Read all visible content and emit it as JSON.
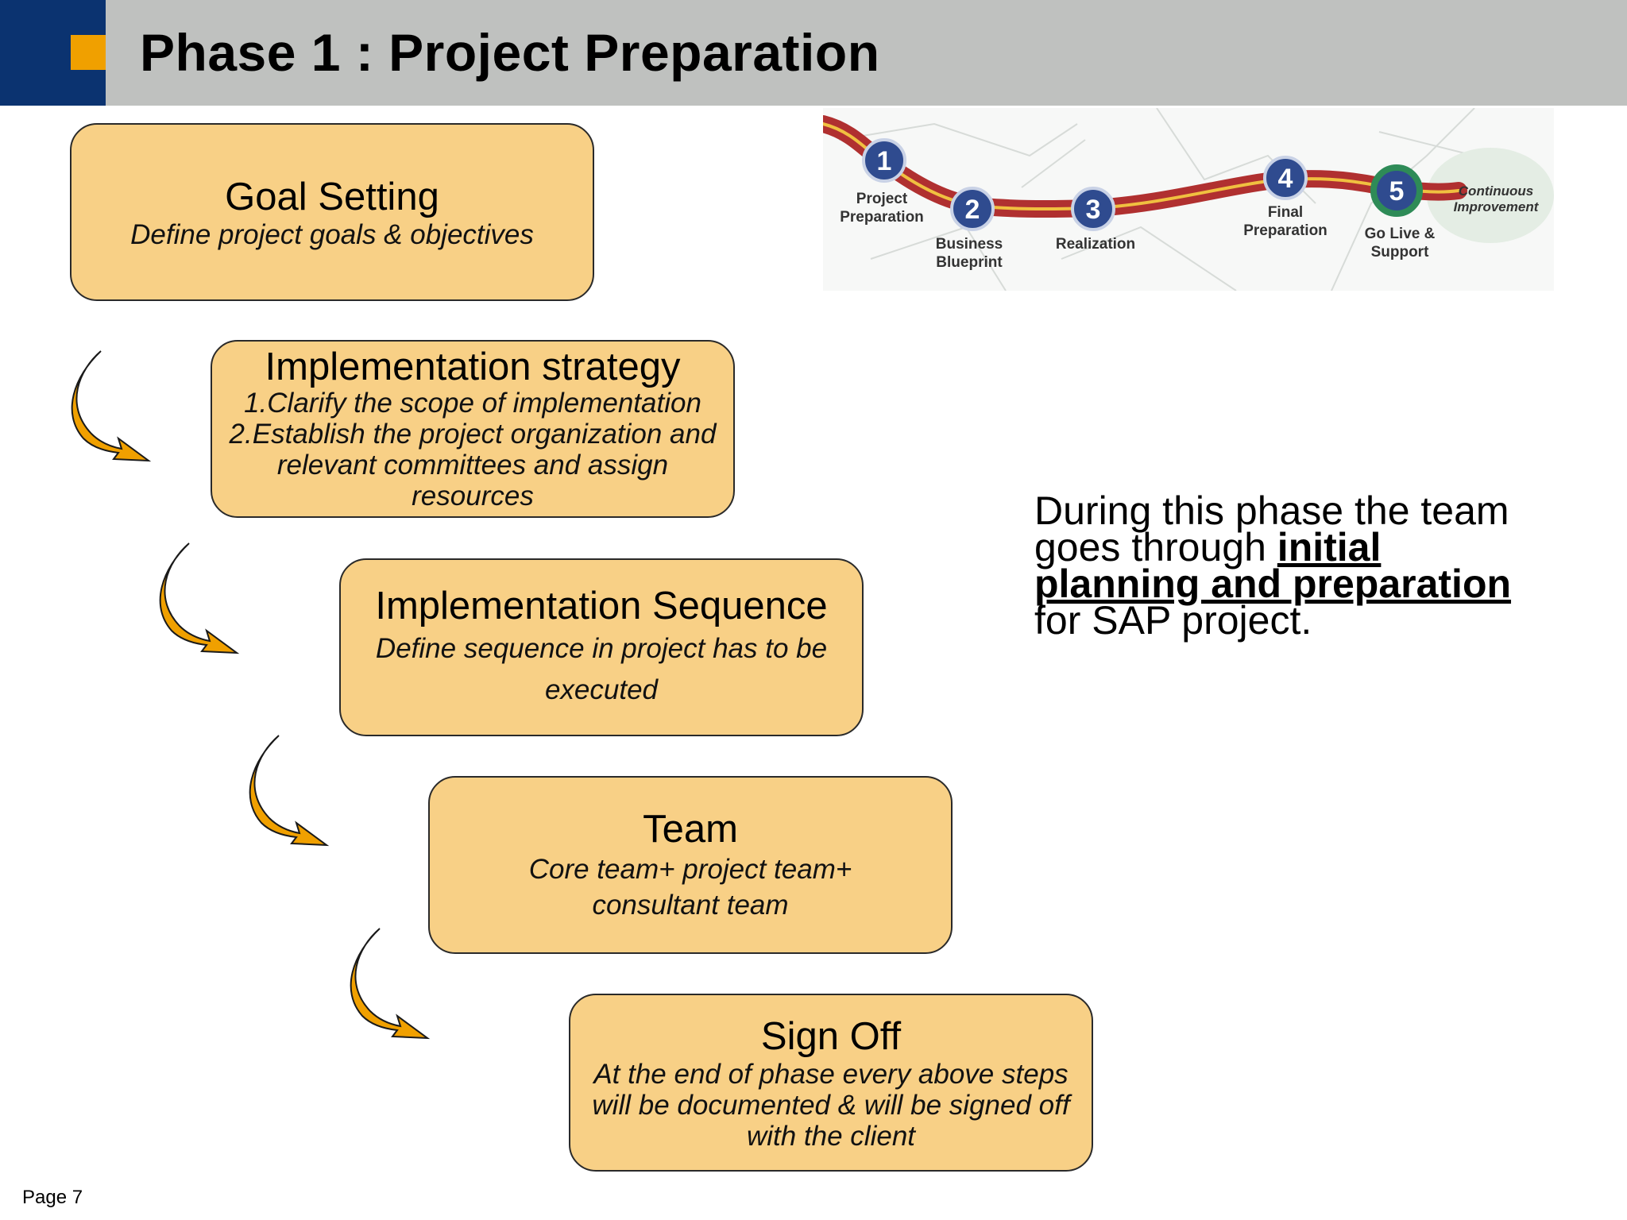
{
  "header": {
    "title": "Phase 1 : Project Preparation"
  },
  "steps": [
    {
      "title": "Goal Setting",
      "lines": [
        "Define project goals & objectives"
      ]
    },
    {
      "title": "Implementation strategy",
      "lines": [
        "1.Clarify the scope of implementation",
        "2.Establish the project organization and",
        "relevant committees and assign",
        "resources"
      ]
    },
    {
      "title": "Implementation Sequence",
      "lines": [
        "Define sequence in project has to be",
        "executed"
      ]
    },
    {
      "title": "Team",
      "lines": [
        "Core team+ project team+",
        "consultant team"
      ]
    },
    {
      "title": "Sign Off",
      "lines": [
        "At the end of phase every above steps",
        "will be documented & will be signed off",
        "with the client"
      ]
    }
  ],
  "roadmap": {
    "stops": [
      {
        "number": "1",
        "label_1": "Project",
        "label_2": "Preparation"
      },
      {
        "number": "2",
        "label_1": "Business",
        "label_2": "Blueprint"
      },
      {
        "number": "3",
        "label_1": "Realization",
        "label_2": ""
      },
      {
        "number": "4",
        "label_1": "Final",
        "label_2": "Preparation"
      },
      {
        "number": "5",
        "label_1": "Go Live &",
        "label_2": "Support"
      }
    ],
    "end_label_1": "Continuous",
    "end_label_2": "Improvement"
  },
  "description": {
    "part1": "During this phase the team goes through ",
    "emphasis": "initial planning and preparation",
    "part2": " for SAP project."
  },
  "footer": {
    "page": "Page 7"
  },
  "colors": {
    "header_bg": "#bfc1bf",
    "navy": "#0b3370",
    "accent_orange": "#f0a000",
    "box_fill": "#f8d086",
    "arrow_fill": "#f0a000",
    "road_red": "#b03030",
    "stop_blue": "#2f4b8f",
    "stop_green": "#2e8b57"
  }
}
